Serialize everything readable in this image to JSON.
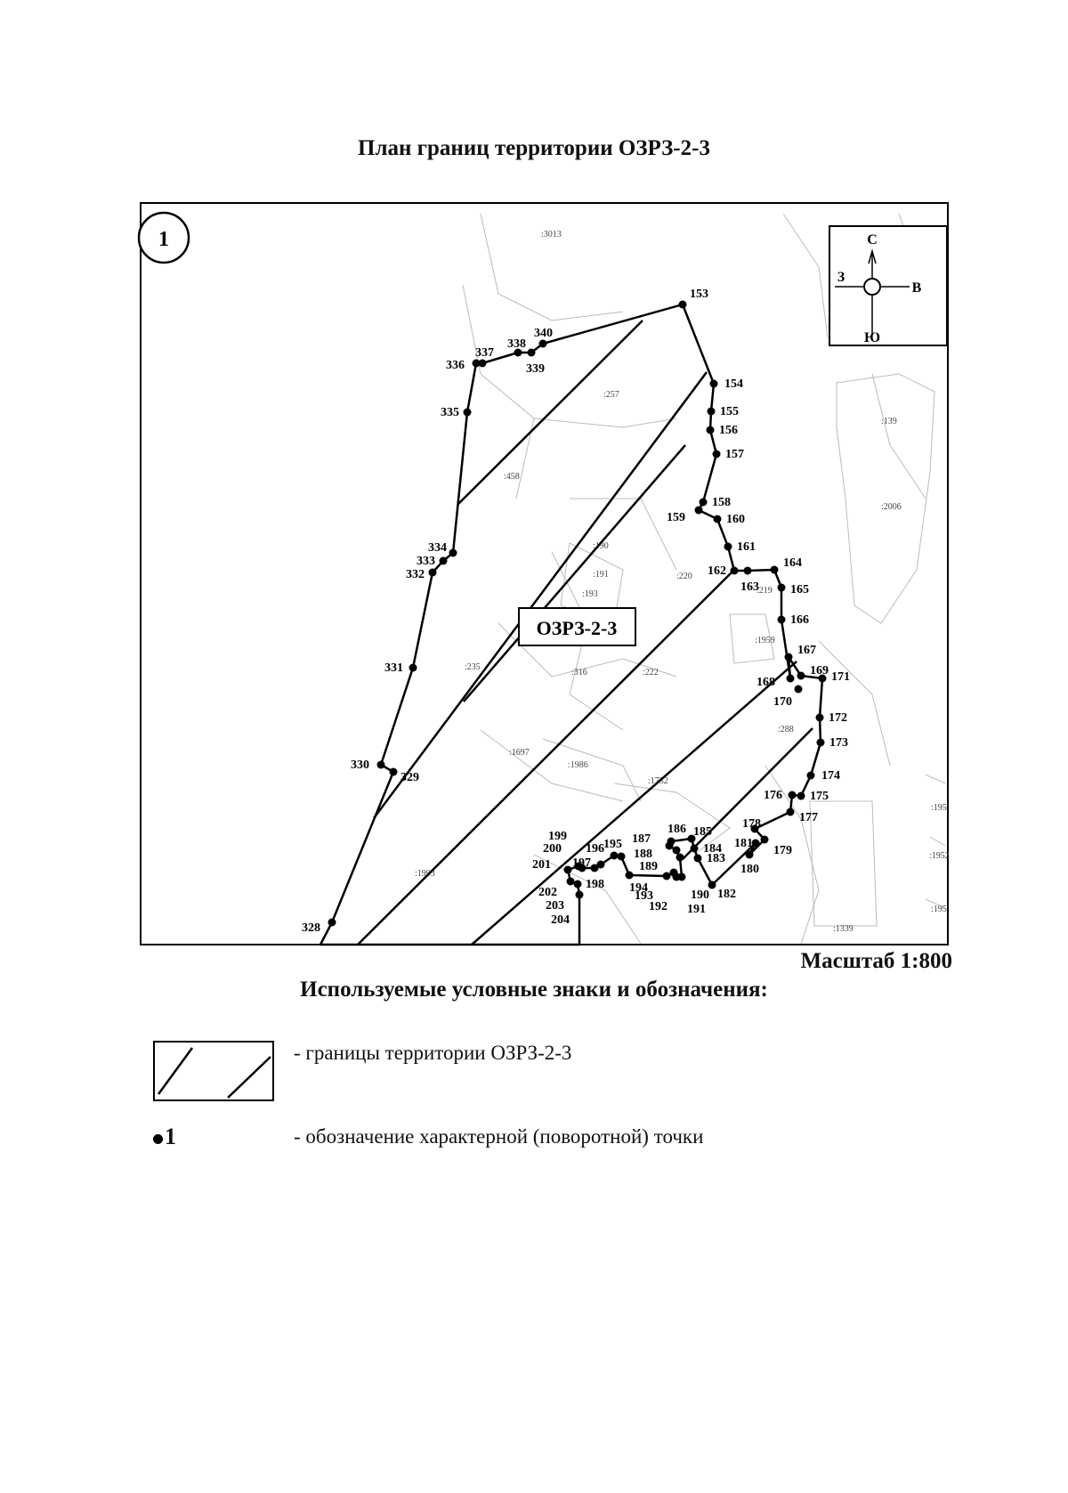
{
  "page": {
    "title": "План границ территории ОЗРЗ-2-3",
    "scale": "Масштаб 1:800"
  },
  "map": {
    "sheet_number": "1",
    "zone_label": "ОЗРЗ-2-3",
    "compass": {
      "north": "С",
      "south": "Ю",
      "west": "З",
      "east": "В"
    },
    "parcel_labels": [
      {
        "id": "p1",
        "text": ":3013"
      },
      {
        "id": "p2",
        "text": ":257"
      },
      {
        "id": "p3",
        "text": ":458"
      },
      {
        "id": "p4",
        "text": ":139"
      },
      {
        "id": "p5",
        "text": ":2006"
      },
      {
        "id": "p6",
        "text": ":190"
      },
      {
        "id": "p7",
        "text": ":191"
      },
      {
        "id": "p8",
        "text": ":193"
      },
      {
        "id": "p9",
        "text": ":220"
      },
      {
        "id": "p10",
        "text": ":219"
      },
      {
        "id": "p11",
        "text": ":1959"
      },
      {
        "id": "p12",
        "text": ":235"
      },
      {
        "id": "p13",
        "text": ":316"
      },
      {
        "id": "p14",
        "text": ":222"
      },
      {
        "id": "p15",
        "text": ":1697"
      },
      {
        "id": "p16",
        "text": ":1986"
      },
      {
        "id": "p17",
        "text": ":1732"
      },
      {
        "id": "p18",
        "text": ":288"
      },
      {
        "id": "p19",
        "text": ":1993"
      },
      {
        "id": "p20",
        "text": ":1339"
      },
      {
        "id": "p21",
        "text": ":195"
      },
      {
        "id": "p22",
        "text": ":1952"
      },
      {
        "id": "p23",
        "text": ":195"
      }
    ],
    "points": [
      "153",
      "154",
      "155",
      "156",
      "157",
      "158",
      "159",
      "160",
      "161",
      "162",
      "163",
      "164",
      "165",
      "166",
      "167",
      "168",
      "169",
      "170",
      "171",
      "172",
      "173",
      "174",
      "175",
      "176",
      "177",
      "178",
      "179",
      "180",
      "181",
      "182",
      "183",
      "184",
      "185",
      "186",
      "187",
      "188",
      "189",
      "190",
      "191",
      "192",
      "193",
      "194",
      "195",
      "196",
      "197",
      "198",
      "199",
      "200",
      "201",
      "202",
      "203",
      "204",
      "328",
      "329",
      "330",
      "331",
      "332",
      "333",
      "334",
      "335",
      "336",
      "337",
      "338",
      "339",
      "340"
    ]
  },
  "legend": {
    "title": "Используемые условные знаки и обозначения:",
    "items": [
      {
        "label": "- границы территории ОЗРЗ-2-3"
      },
      {
        "symbol": "1",
        "label": "- обозначение характерной (поворотной) точки"
      }
    ]
  }
}
